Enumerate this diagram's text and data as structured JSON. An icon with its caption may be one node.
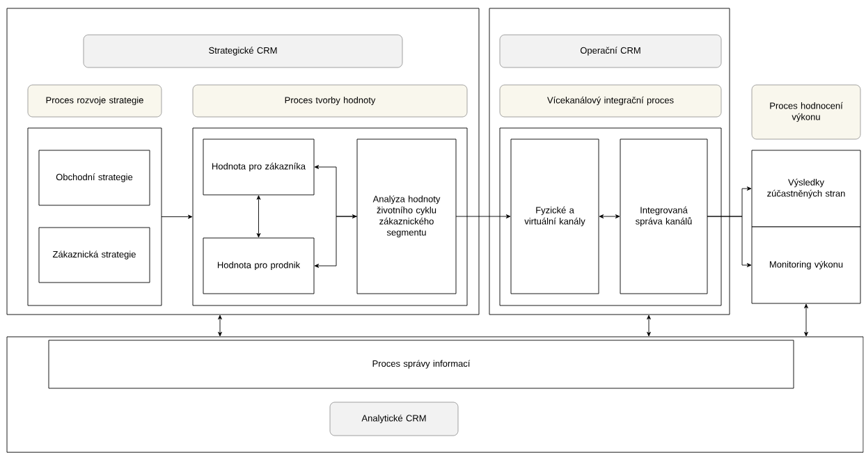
{
  "diagram": {
    "nodes": [
      {
        "text": [],
        "shape": "box"
      },
      {
        "text": [
          "Strategické CRM"
        ],
        "in": 0
      },
      {
        "text": [
          "Proces rozvoje strategie"
        ],
        "in": 0
      },
      {
        "text": [
          "Proces tvorby hodnoty"
        ],
        "in": 0
      },
      {
        "text": [],
        "shape": "box",
        "in": 0
      },
      {
        "text": [
          "Obchodní strategie"
        ],
        "in": 4
      },
      {
        "text": [
          "Zákaznická strategie"
        ],
        "in": 4
      },
      {
        "text": [],
        "shape": "box",
        "in": 0
      },
      {
        "text": [
          "Hodnota pro zákazníka"
        ],
        "in": 7
      },
      {
        "text": [
          "Hodnota pro prodnik"
        ],
        "in": 7
      },
      {
        "text": [
          "Analýza hodnoty životního cyklu zákaznického segmentu"
        ],
        "in": 7
      },
      {
        "text": [],
        "shape": "box"
      },
      {
        "text": [
          "Operační CRM"
        ],
        "in": 11
      },
      {
        "text": [
          "Vícekanálový integrační proces"
        ],
        "in": 11
      },
      {
        "text": [],
        "shape": "box",
        "in": 11
      },
      {
        "text": [
          "Fyzické a virtuální kanály"
        ],
        "in": 14
      },
      {
        "text": [
          "Integrovaná správa kanálů"
        ],
        "in": 14
      },
      {
        "text": [
          "Proces hodnocení výkonu"
        ]
      },
      {
        "text": [
          "Výsledky zúčastněných stran"
        ]
      },
      {
        "text": [
          "Monitoring výkonu"
        ]
      },
      {
        "text": [],
        "shape": "box"
      },
      {
        "text": [
          "Proces správy informací"
        ],
        "in": 20
      },
      {
        "text": [
          "Analytické CRM"
        ],
        "in": 20
      }
    ],
    "edges": [
      {
        "from": 4,
        "to": 7,
        "arrow": "to"
      },
      {
        "from": 8,
        "to": 9,
        "arrow": "both"
      },
      {
        "from": 10,
        "to": 8,
        "arrow": "both"
      },
      {
        "from": 10,
        "to": 9,
        "arrow": "to"
      },
      {
        "from": 10,
        "to": 15,
        "arrow": "to"
      },
      {
        "from": 15,
        "to": 16,
        "arrow": "both"
      },
      {
        "from": 16,
        "to": 18,
        "arrow": "to"
      },
      {
        "from": 16,
        "to": 19,
        "arrow": "to"
      },
      {
        "from": 0,
        "to": 20,
        "arrow": "both"
      },
      {
        "from": 11,
        "to": 20,
        "arrow": "both"
      },
      {
        "from": 19,
        "to": 20,
        "arrow": "both"
      }
    ]
  }
}
